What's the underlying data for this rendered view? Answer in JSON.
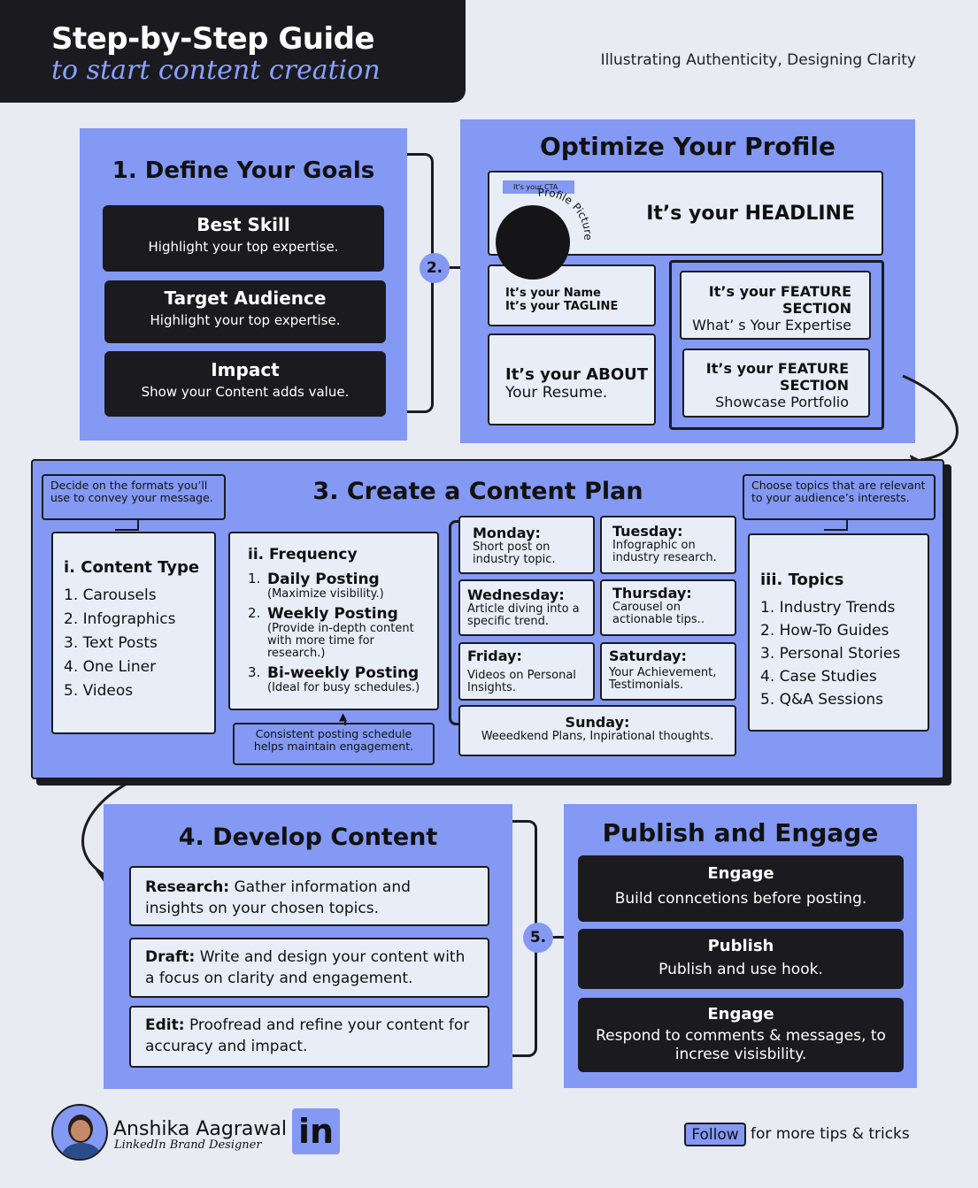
{
  "header": {
    "title": "Step-by-Step Guide",
    "subtitle": "to start content creation",
    "tagline": "Illustrating Authenticity, Designing Clarity"
  },
  "goals": {
    "title": "1. Define Your Goals",
    "cards": [
      {
        "title": "Best Skill",
        "desc": "Highlight your top expertise."
      },
      {
        "title": "Target Audience",
        "desc": "Highlight your top expertise."
      },
      {
        "title": "Impact",
        "desc": "Show your Content adds value."
      }
    ],
    "step": "2."
  },
  "profile": {
    "title": "Optimize Your Profile",
    "cta": "It's your CTA",
    "picture": "Profile Picture",
    "headline": "It’s your HEADLINE",
    "name": "It’s your Name",
    "tagline": "It’s your TAGLINE",
    "about": "It’s your ABOUT",
    "resume": "Your Resume.",
    "feature1_title": "It’s your FEATURE",
    "feature1_section": "SECTION",
    "feature1_desc": "What’ s Your Expertise",
    "feature2_title": "It’s your FEATURE",
    "feature2_section": "SECTION",
    "feature2_desc": "Showcase Portfolio"
  },
  "plan": {
    "title": "3. Create a Content Plan",
    "format_note": "Decide on the formats you’ll use to convey your message.",
    "topics_note": "Choose topics that are relevant to your audience’s interests.",
    "content_type": {
      "title": "i. Content Type",
      "items": [
        "1. Carousels",
        "2. Infographics",
        "3. Text Posts",
        "4. One Liner",
        "5. Videos"
      ]
    },
    "frequency": {
      "title": "ii. Frequency",
      "items": [
        {
          "num": "1.",
          "title": "Daily Posting",
          "desc": "(Maximize visibility.)"
        },
        {
          "num": "2.",
          "title": "Weekly Posting",
          "desc": "(Provide in-depth content with more time for research.)"
        },
        {
          "num": "3.",
          "title": "Bi-weekly Posting",
          "desc": "(Ideal for busy schedules.)"
        }
      ],
      "note": "Consistent posting schedule helps maintain engagement."
    },
    "days": [
      {
        "day": "Monday:",
        "text": "Short post on industry topic."
      },
      {
        "day": "Tuesday:",
        "text": "Infographic on industry research."
      },
      {
        "day": "Wednesday:",
        "text": "Article diving into a specific trend."
      },
      {
        "day": "Thursday:",
        "text": "Carousel on actionable tips.."
      },
      {
        "day": "Friday:",
        "text": "Videos on Personal Insights."
      },
      {
        "day": "Saturday:",
        "text": "Your Achievement, Testimonials."
      },
      {
        "day": "Sunday:",
        "text": "Weeedkend Plans, Inpirational thoughts."
      }
    ],
    "topics": {
      "title": "iii. Topics",
      "items": [
        "1. Industry Trends",
        "2. How-To Guides",
        "3. Personal Stories",
        "4. Case Studies",
        "5. Q&A Sessions"
      ]
    }
  },
  "develop": {
    "title": "4. Develop Content",
    "items": [
      {
        "label": "Research:",
        "text": " Gather information and insights on your chosen topics."
      },
      {
        "label": "Draft:",
        "text": " Write and design your content with a focus on clarity and engagement."
      },
      {
        "label": "Edit:",
        "text": " Proofread and refine your content for accuracy and impact."
      }
    ],
    "step": "5."
  },
  "publish": {
    "title": "Publish and Engage",
    "cards": [
      {
        "title": "Engage",
        "desc": "Build conncetions before posting."
      },
      {
        "title": "Publish",
        "desc": "Publish and use hook."
      },
      {
        "title": "Engage",
        "desc": "Respond to comments & messages, to increse visisbility."
      }
    ]
  },
  "footer": {
    "name": "Anshika Aagrawal",
    "role": "LinkedIn Brand Designer",
    "linkedin": "in",
    "follow": "Follow",
    "follow_text": "for more tips & tricks"
  },
  "colors": {
    "blue": "#8399f4",
    "dark": "#1b1b1f",
    "light": "#e8eef7",
    "accent_text": "#8aa2ff"
  }
}
